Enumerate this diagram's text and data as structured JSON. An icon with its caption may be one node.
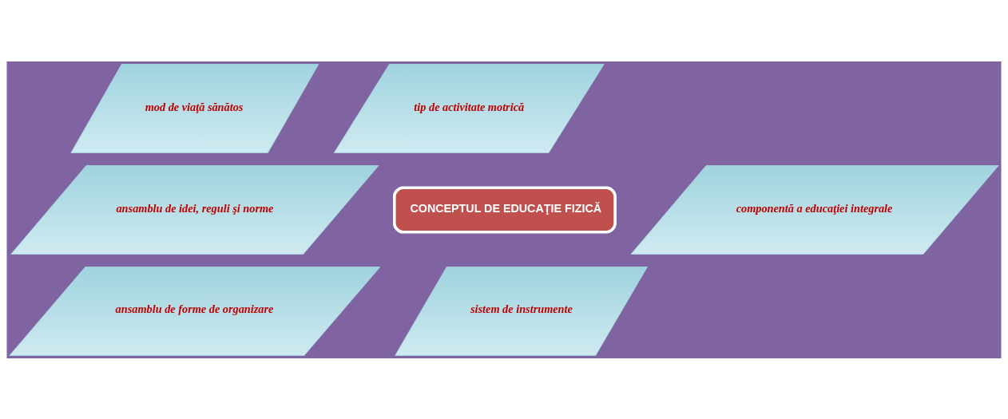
{
  "diagram": {
    "nodes": [
      {
        "text": [
          "mod de viaţă sănătos"
        ]
      },
      {
        "text": [
          "tip de activitate motrică"
        ]
      },
      {
        "text": [
          "ansamblu de idei, reguli şi norme"
        ]
      },
      {
        "text": [
          "CONCEPTUL DE EDUCAŢIE FIZICĂ"
        ]
      },
      {
        "text": [
          "componentă a educaţiei integrale"
        ]
      },
      {
        "text": [
          "ansamblu de forme de organizare"
        ]
      },
      {
        "text": [
          "sistem de instrumente"
        ]
      }
    ],
    "edges": []
  }
}
